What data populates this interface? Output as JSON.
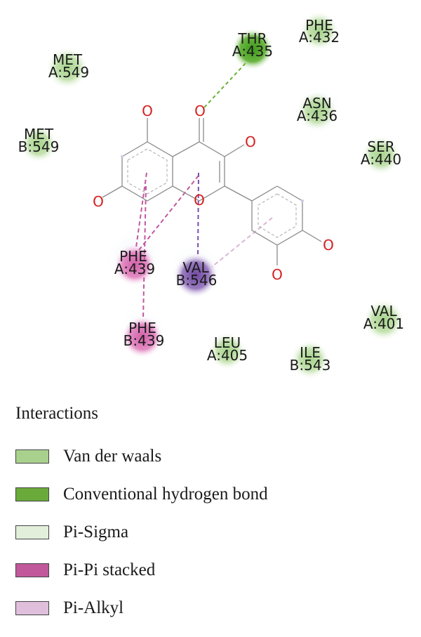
{
  "residues": [
    {
      "line1": "MET",
      "line2": "A:549",
      "type": "vdw"
    },
    {
      "line1": "MET",
      "line2": "B:549",
      "type": "vdw"
    },
    {
      "line1": "THR",
      "line2": "A:435",
      "type": "hbond"
    },
    {
      "line1": "PHE",
      "line2": "A:432",
      "type": "vdw"
    },
    {
      "line1": "ASN",
      "line2": "A:436",
      "type": "vdw"
    },
    {
      "line1": "SER",
      "line2": "A:440",
      "type": "vdw"
    },
    {
      "line1": "PHE",
      "line2": "A:439",
      "type": "pipi"
    },
    {
      "line1": "VAL",
      "line2": "B:546",
      "type": "pisigma"
    },
    {
      "line1": "PHE",
      "line2": "B:439",
      "type": "pipi"
    },
    {
      "line1": "LEU",
      "line2": "A:405",
      "type": "vdw"
    },
    {
      "line1": "ILE",
      "line2": "B:543",
      "type": "vdw"
    },
    {
      "line1": "VAL",
      "line2": "A:401",
      "type": "vdw"
    }
  ],
  "atom_label": "O",
  "legend": {
    "title": "Interactions",
    "items": [
      {
        "label": "Van der waals",
        "color": "#a9d18e"
      },
      {
        "label": "Conventional hydrogen bond",
        "color": "#6aaa3a"
      },
      {
        "label": "Pi-Sigma",
        "color": "#e2efda"
      },
      {
        "label": "Pi-Pi stacked",
        "color": "#c0589b"
      },
      {
        "label": "Pi-Alkyl",
        "color": "#e0bfdc"
      }
    ]
  },
  "colors": {
    "vdw": "#b8dca0",
    "hbond": "#5da832",
    "pipi": "#c86aa8",
    "pisigma": "#7d5aa8",
    "pialkyl": "#dcb8d6",
    "atom": "#d42020"
  }
}
